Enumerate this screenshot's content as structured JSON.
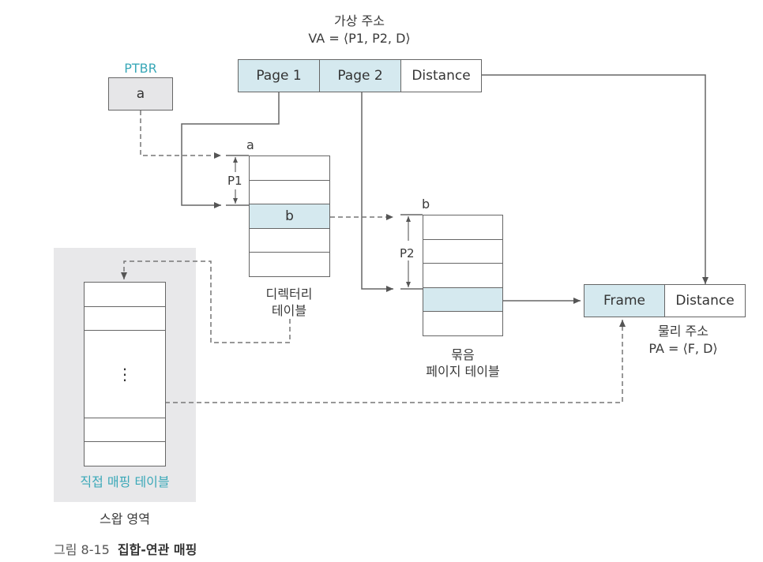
{
  "virtual_address": {
    "title": "가상 주소",
    "formula": "VA = ⟨P1, P2, D⟩",
    "fields": [
      "Page 1",
      "Page 2",
      "Distance"
    ]
  },
  "ptbr": {
    "label": "PTBR",
    "value": "a"
  },
  "directory_table": {
    "top_label": "a",
    "highlight_entry": "b",
    "offset_label": "P1",
    "caption_line1": "디렉터리",
    "caption_line2": "테이블"
  },
  "page_table": {
    "top_label": "b",
    "offset_label": "P2",
    "caption_line1": "묶음",
    "caption_line2": "페이지 테이블"
  },
  "physical_address": {
    "fields": [
      "Frame",
      "Distance"
    ],
    "title": "물리 주소",
    "formula": "PA = ⟨F, D⟩"
  },
  "swap_area": {
    "table_label": "직접 매핑 테이블",
    "area_label": "스왑 영역",
    "ellipsis": "⋮"
  },
  "figure_caption": {
    "number": "그림 8-15",
    "title": "집합-연관 매핑"
  },
  "colors": {
    "highlight": "#d5e9ef",
    "accent_text": "#3aa8b8",
    "swap_bg": "#e8e8ea",
    "line": "#666666"
  }
}
